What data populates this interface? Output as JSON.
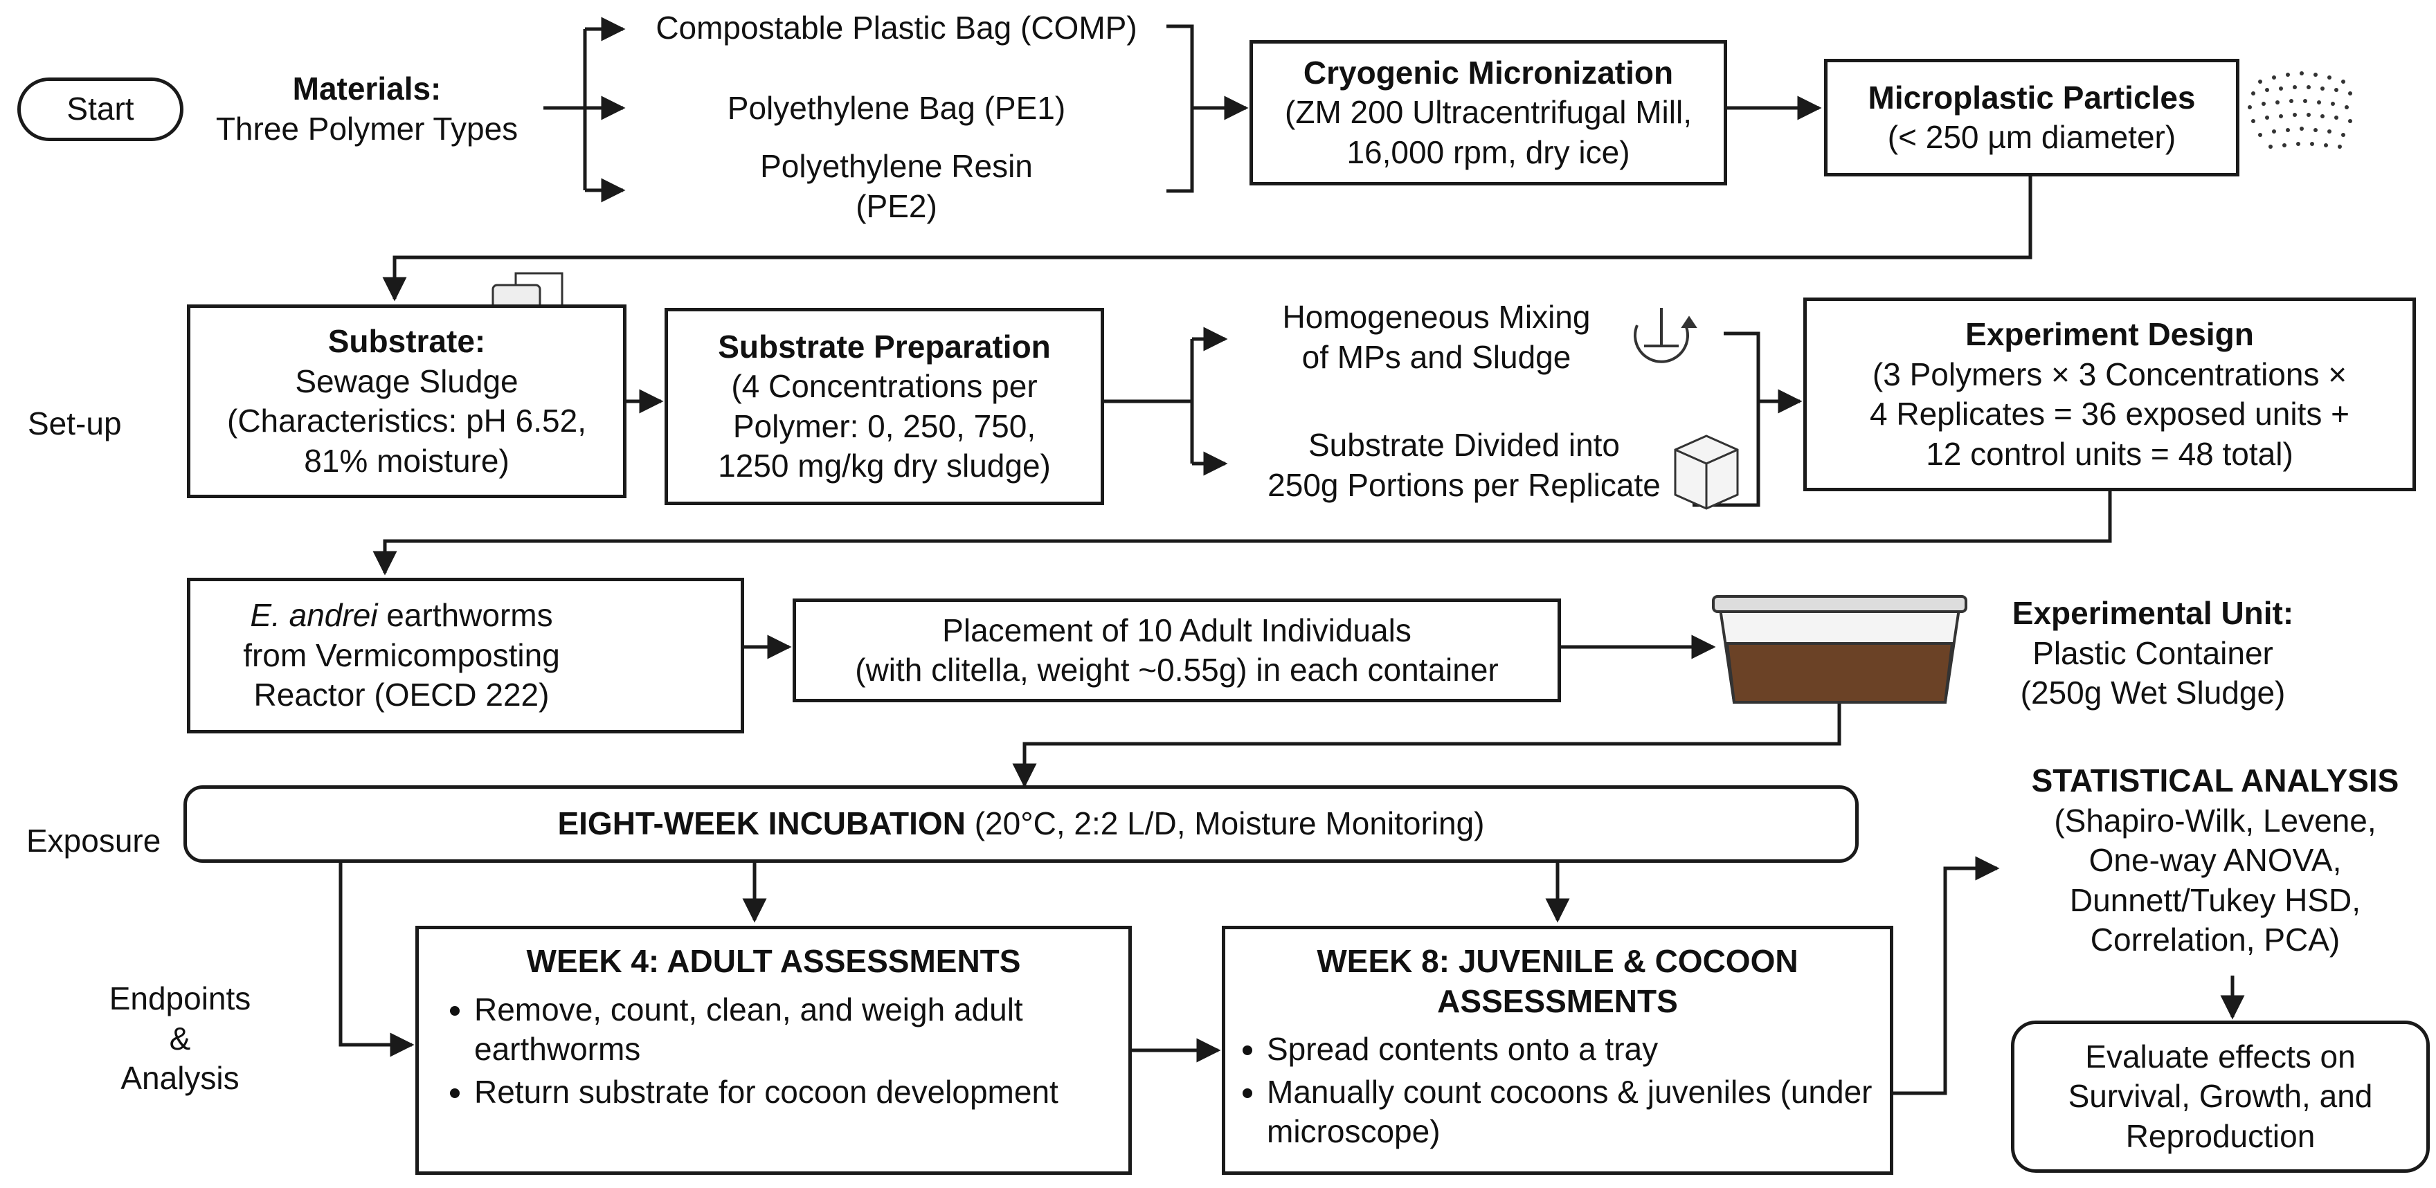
{
  "start": "Start",
  "materials": {
    "title": "Materials:",
    "text": "Three Polymer Types"
  },
  "polymers": [
    "Compostable Plastic Bag (COMP)",
    "Polyethylene Bag (PE1)",
    "Polyethylene Resin",
    "(PE2)"
  ],
  "cryo": {
    "title": "Cryogenic Micronization",
    "line1": "(ZM 200 Ultracentrifugal Mill,",
    "line2": "16,000 rpm, dry ice)"
  },
  "micro": {
    "title": "Microplastic Particles",
    "text": "(< 250 µm diameter)"
  },
  "stages": {
    "setup": "Set-up",
    "exposure": "Exposure",
    "endpoints1": "Endpoints",
    "endpoints2": "&",
    "endpoints3": "Analysis"
  },
  "substrate": {
    "title": "Substrate:",
    "line1": "Sewage Sludge",
    "line2": "(Characteristics: pH 6.52,",
    "line3": "81% moisture)"
  },
  "prep": {
    "title": "Substrate Preparation",
    "line1": "(4 Concentrations per",
    "line2": "Polymer: 0, 250, 750,",
    "line3": "1250 mg/kg dry sludge)"
  },
  "mixing": {
    "line1": "Homogeneous Mixing",
    "line2": "of MPs and Sludge"
  },
  "divided": {
    "line1": "Substrate Divided into",
    "line2": "250g Portions per Replicate"
  },
  "design": {
    "title": "Experiment Design",
    "line1": "(3 Polymers × 3 Concentrations ×",
    "line2": "4 Replicates = 36 exposed units +",
    "line3": "12 control units = 48 total)"
  },
  "worms": {
    "species": "E. andrei",
    "line1rest": " earthworms",
    "line2": "from Vermicomposting",
    "line3": "Reactor (OECD 222)"
  },
  "placement": {
    "line1": "Placement of 10 Adult Individuals",
    "line2": "(with clitella, weight ~0.55g) in each container"
  },
  "unit": {
    "title": "Experimental Unit:",
    "line1": "Plastic Container",
    "line2": "(250g Wet Sludge)"
  },
  "incubation": {
    "title": "EIGHT-WEEK INCUBATION",
    "text": " (20°C, 2:2 L/D, Moisture Monitoring)"
  },
  "week4": {
    "title": "WEEK 4: ADULT ASSESSMENTS",
    "items": [
      "Remove, count, clean, and weigh adult earthworms",
      "Return substrate for cocoon development"
    ]
  },
  "week8": {
    "title1": "WEEK 8: JUVENILE & COCOON",
    "title2": "ASSESSMENTS",
    "items": [
      "Spread contents onto a tray",
      "Manually count cocoons & juveniles (under microscope)"
    ]
  },
  "stats": {
    "title": "STATISTICAL ANALYSIS",
    "line1": "(Shapiro-Wilk, Levene,",
    "line2": "One-way ANOVA,",
    "line3": "Dunnett/Tukey HSD,",
    "line4": "Correlation, PCA)"
  },
  "evaluate": {
    "line1": "Evaluate effects on",
    "line2": "Survival, Growth, and",
    "line3": "Reproduction"
  },
  "icons": [
    "particles-icon",
    "sludge-tank-icon",
    "mixer-icon",
    "box-icon",
    "earthworm-pile-icon",
    "container-icon",
    "calendar-icon"
  ],
  "colors": {
    "line": "#1a1a1a",
    "sludge": "#6b4226",
    "worm": "#b9705a"
  }
}
